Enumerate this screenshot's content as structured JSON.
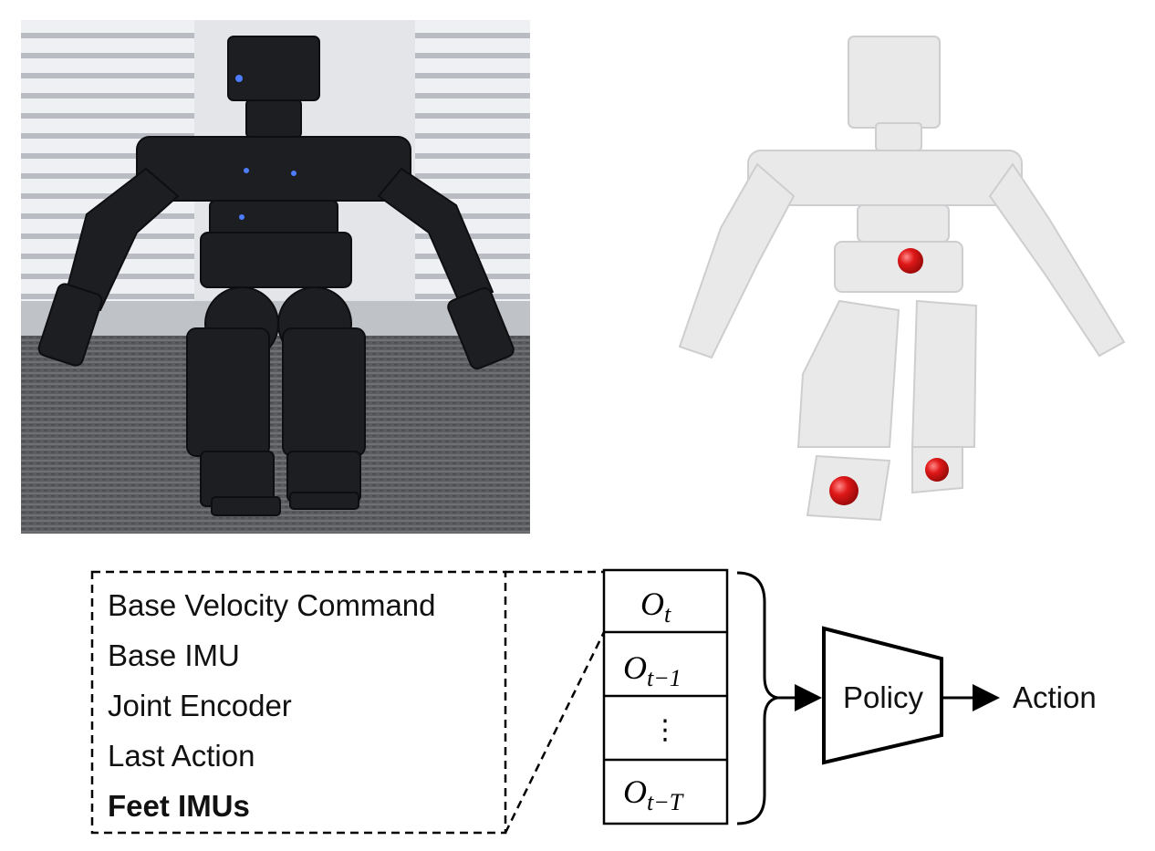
{
  "observations": {
    "items": [
      {
        "label": "Base Velocity Command"
      },
      {
        "label": "Base IMU"
      },
      {
        "label": "Joint Encoder"
      },
      {
        "label": "Last Action"
      },
      {
        "label": "Feet IMUs"
      }
    ],
    "highlight_color": "#e8141b"
  },
  "history_stack": {
    "rows": [
      {
        "base": "O",
        "sub": "t"
      },
      {
        "base": "O",
        "sub": "t−1"
      },
      {
        "base": "⋮",
        "sub": ""
      },
      {
        "base": "O",
        "sub": "t−T"
      }
    ]
  },
  "policy_label": "Policy",
  "action_label": "Action",
  "imu_marker_color": "#e01818"
}
